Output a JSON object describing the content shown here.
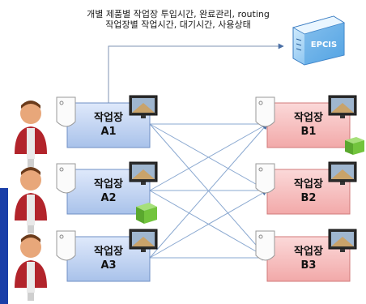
{
  "caption": {
    "line1": "개별 제품별 작업장 투입시간, 완료관리, routing",
    "line2": "작업장별 작업시간, 대기시간, 사용상태"
  },
  "server": {
    "label": "EPCIS"
  },
  "workstations_left": [
    {
      "name": "작업장",
      "id": "A1"
    },
    {
      "name": "작업장",
      "id": "A2"
    },
    {
      "name": "작업장",
      "id": "A3"
    }
  ],
  "workstations_right": [
    {
      "name": "작업장",
      "id": "B1"
    },
    {
      "name": "작업장",
      "id": "B2"
    },
    {
      "name": "작업장",
      "id": "B3"
    }
  ],
  "colors": {
    "left_box": "#bfd3f2",
    "right_box": "#f7c0c0",
    "connector": "#8aa8d0",
    "product_cube": "#6cc23a"
  }
}
